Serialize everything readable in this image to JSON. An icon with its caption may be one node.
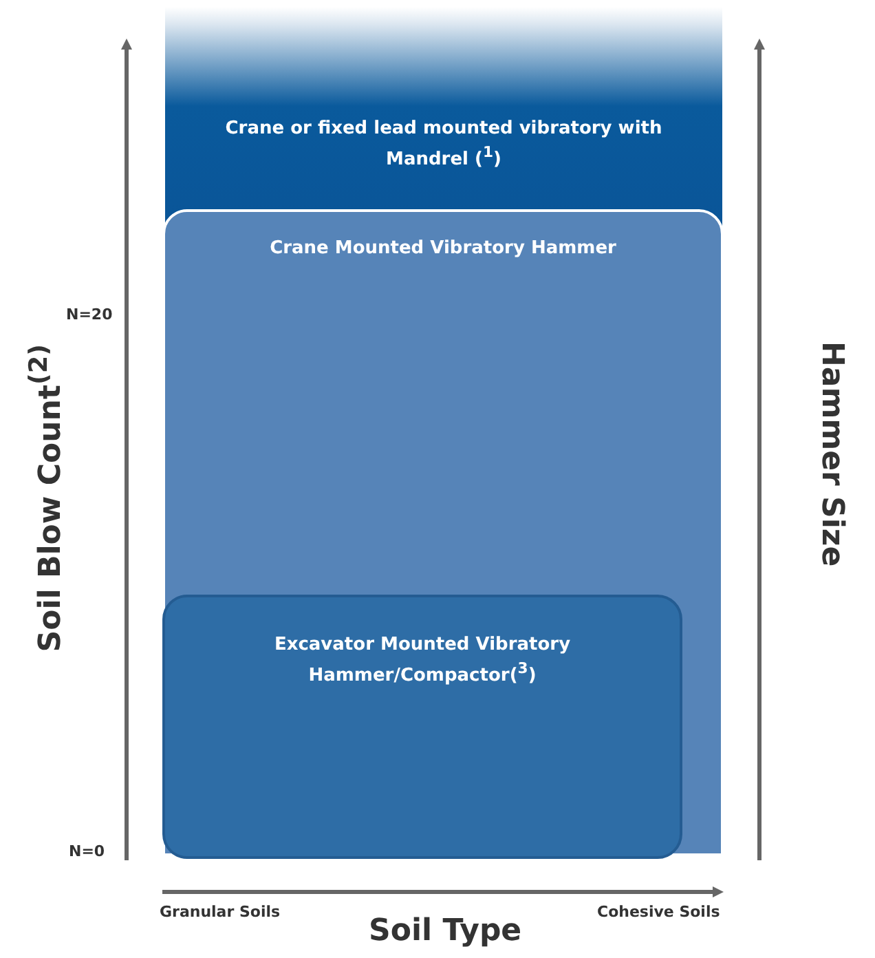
{
  "diagram": {
    "nodes": [
      {
        "text": [
          "Crane or fixed lead mounted vibratory with Mandrel ($^{1}$)"
        ]
      },
      {
        "text": [
          "Crane Mounted Vibratory Hammer"
        ]
      },
      {
        "text": [
          "Excavator Mounted Vibratory Hammer/Compactor($^{3}$)"
        ],
        "in": 1
      }
    ],
    "edges": [],
    "labels": [
      "Soil Blow Count$^{(2)}$",
      "N=20",
      "N=0",
      "Hammer Size",
      "Granular Soils",
      "Cohesive Soils",
      "Soil Type"
    ]
  }
}
